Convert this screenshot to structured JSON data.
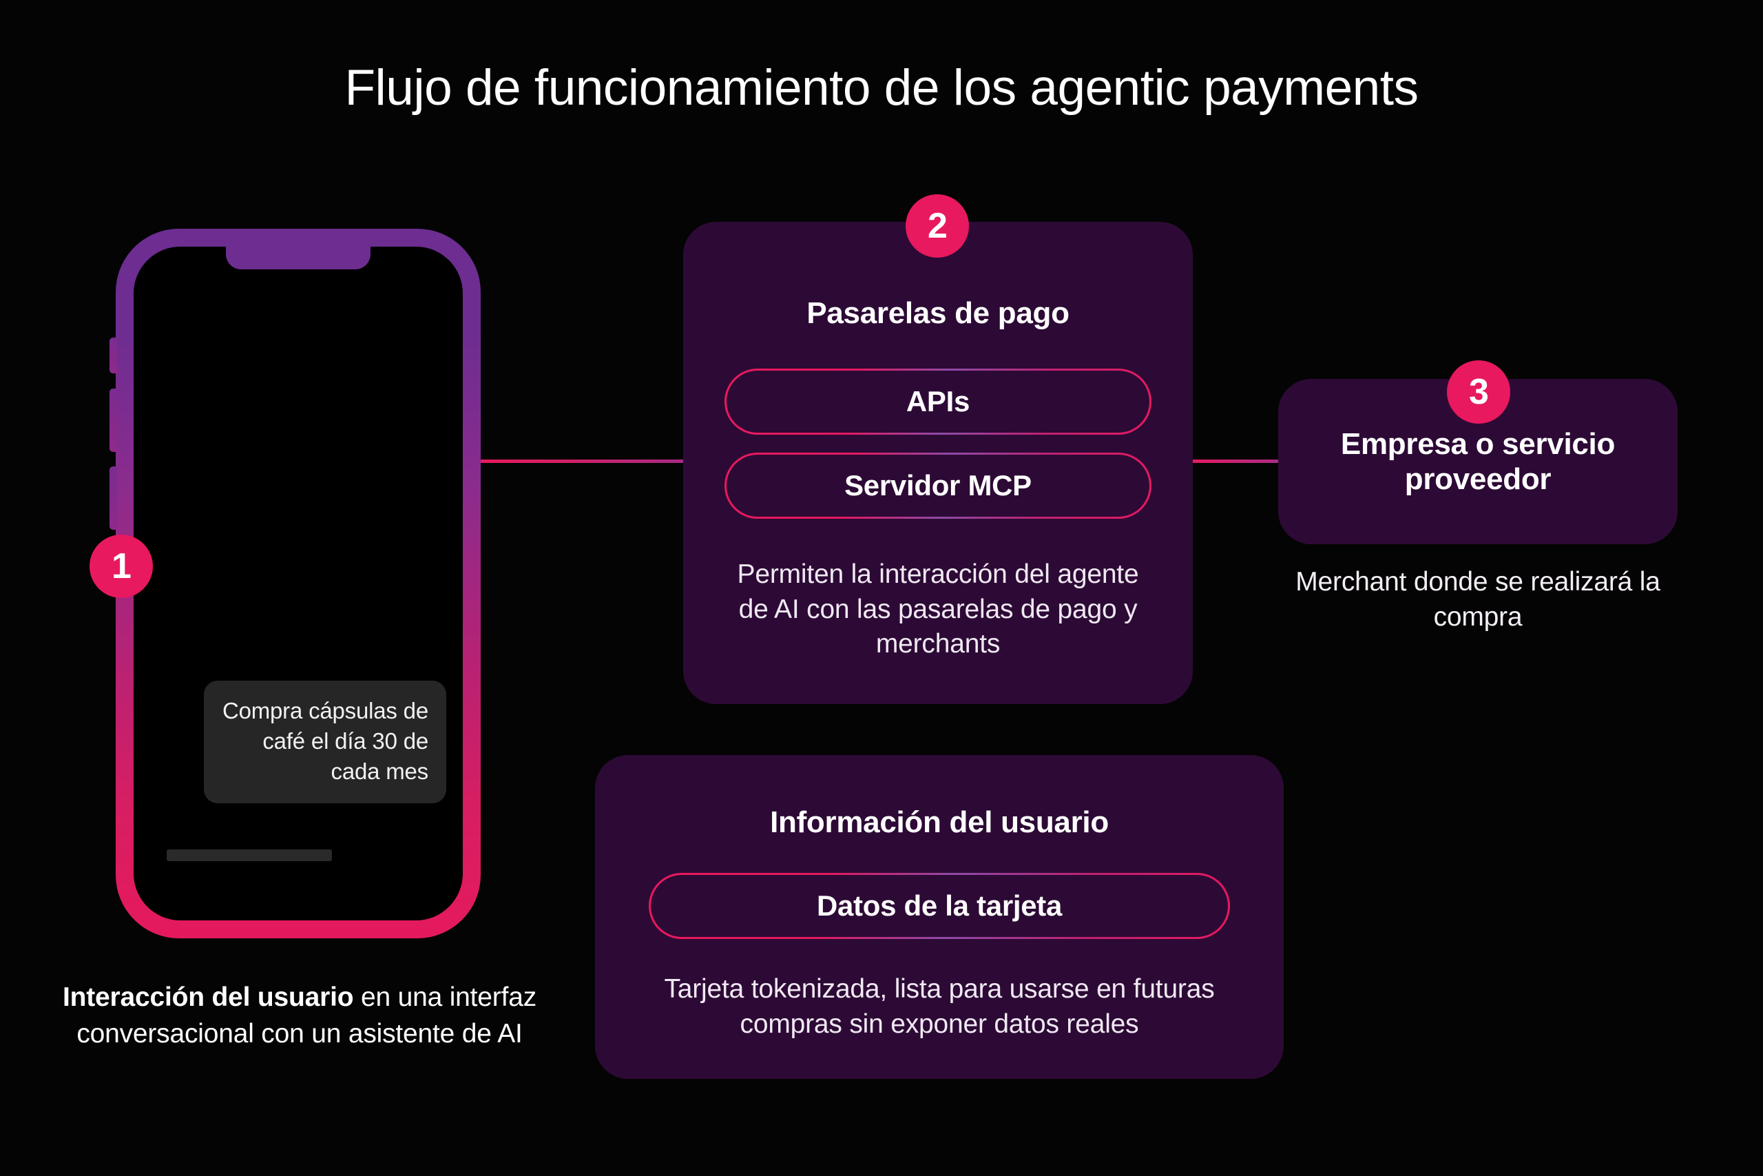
{
  "page": {
    "title": "Flujo de funcionamiento de los agentic payments",
    "background_color": "#040404",
    "accent_pink": "#E8195F",
    "card_purple": "#2D0A35",
    "phone_gradient_from": "#6D2D91",
    "phone_gradient_to": "#E5195D"
  },
  "steps": {
    "one": {
      "badge": "1",
      "chat_message": "Compra cápsulas de café el día 30 de cada mes",
      "caption_bold": "Interacción del usuario",
      "caption_rest": " en una interfaz conversacional con un asistente de AI"
    },
    "two": {
      "badge": "2",
      "title": "Pasarelas de pago",
      "pills": [
        {
          "label": "APIs"
        },
        {
          "label": "Servidor MCP"
        }
      ],
      "description": "Permiten la interacción del agente de AI con las pasarelas de pago y merchants"
    },
    "three": {
      "badge": "3",
      "title": "Empresa o servicio proveedor",
      "description": "Merchant donde se realizará la compra"
    },
    "user_info": {
      "title": "Información del usuario",
      "pills": [
        {
          "label": "Datos de la tarjeta"
        }
      ],
      "description": "Tarjeta tokenizada, lista para usarse en futuras compras sin exponer datos reales"
    }
  }
}
